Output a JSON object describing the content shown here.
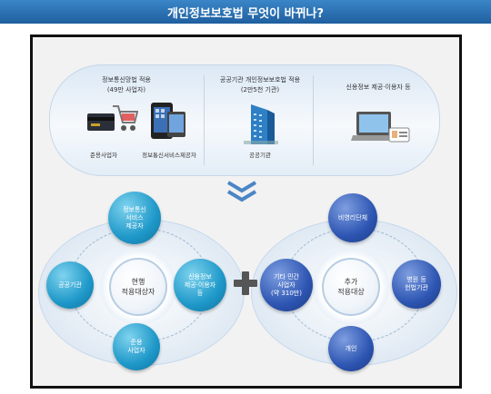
{
  "header": {
    "title": "개인정보보호법 무엇이 바뀌나?"
  },
  "top_panel": {
    "columns": [
      {
        "heading_line1": "정보통신망법 적용",
        "heading_line2": "(49만 사업자)",
        "items": [
          {
            "label": "준용사업자",
            "icon": "credit-card-shopping-icon"
          },
          {
            "label": "정보통신서비스제공자",
            "icon": "mobile-phone-icon"
          }
        ]
      },
      {
        "heading_line1": "공공기관 개인정보보호법 적용",
        "heading_line2": "(2만5천 기관)",
        "items": [
          {
            "label": "공공기관",
            "icon": "office-building-icon"
          }
        ]
      },
      {
        "heading_line1": "신용정보 제공·이용자 등",
        "heading_line2": "",
        "items": [
          {
            "label": "",
            "icon": "laptop-id-card-icon"
          }
        ]
      }
    ]
  },
  "left_group": {
    "center_line1": "현행",
    "center_line2": "적용대상자",
    "nodes": {
      "top": [
        "정보통신",
        "서비스",
        "제공자"
      ],
      "left": [
        "공공기관"
      ],
      "right": [
        "신용정보",
        "제공·이용자",
        "등"
      ],
      "bottom": [
        "준용",
        "사업자"
      ]
    }
  },
  "right_group": {
    "center_line1": "추가",
    "center_line2": "적용대상",
    "nodes": {
      "top": [
        "비영리단체"
      ],
      "left": [
        "기타 민간",
        "사업자",
        "(약 310만)"
      ],
      "right": [
        "병원 등",
        "헌법기관"
      ],
      "bottom": [
        "개인"
      ]
    }
  },
  "colors": {
    "title_bar": "#2a73b8",
    "teal_node": "#1e98c9",
    "navy_node": "#2d55b2",
    "frame_border": "#111111"
  }
}
